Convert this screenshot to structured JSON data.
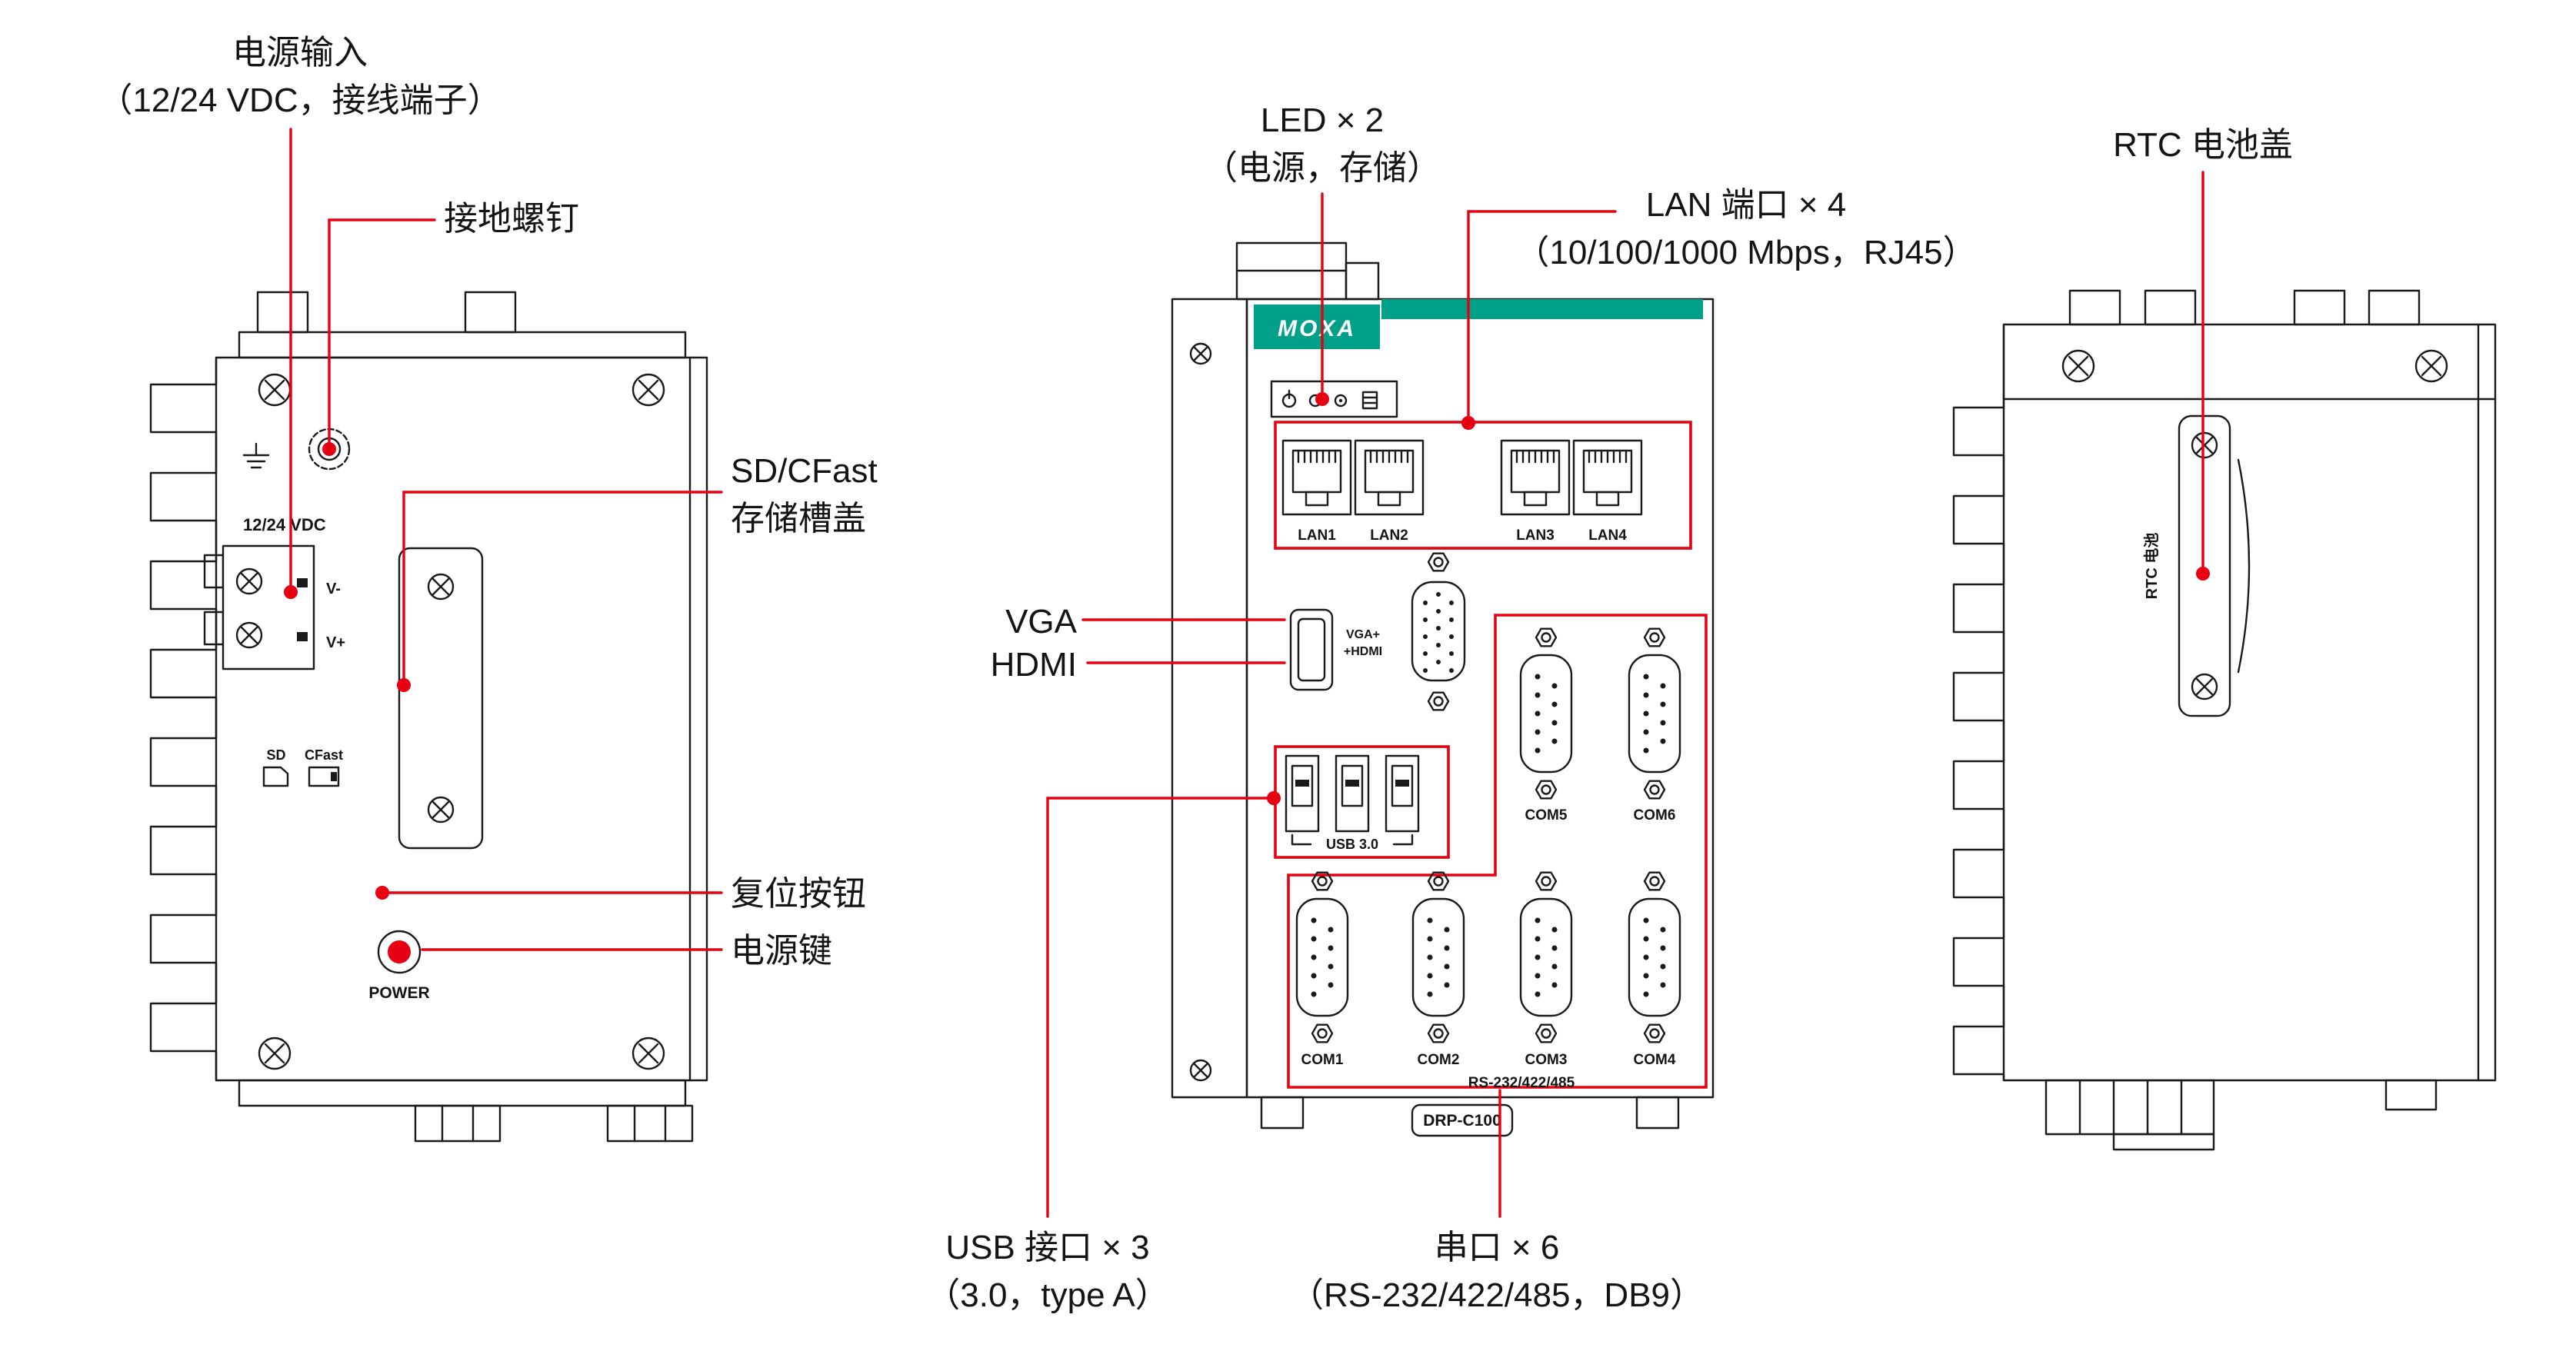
{
  "meta": {
    "accent_red": "#e60012",
    "brand_teal": "#00a188"
  },
  "callouts": {
    "power_input": {
      "line1": "电源输入",
      "line2": "（12/24 VDC，接线端子）"
    },
    "ground_screw": "接地螺钉",
    "sd_cfast": {
      "line1": "SD/CFast",
      "line2": "存储槽盖"
    },
    "reset_button": "复位按钮",
    "power_key": "电源键",
    "led": {
      "line1": "LED × 2",
      "line2": "（电源，存储）"
    },
    "lan": {
      "line1": "LAN 端口 × 4",
      "line2": "（10/100/1000 Mbps，RJ45）"
    },
    "vga": "VGA",
    "hdmi": "HDMI",
    "usb": {
      "line1": "USB 接口 × 3",
      "line2": "（3.0，type A）"
    },
    "serial": {
      "line1": "串口 × 6",
      "line2": "（RS-232/422/485，DB9）"
    },
    "rtc_cover": "RTC 电池盖"
  },
  "left_view": {
    "power_terminal": "12/24 VDC",
    "v_minus": "V-",
    "v_plus": "V+",
    "sd": "SD",
    "cfast": "CFast",
    "power_label": "POWER"
  },
  "front_view": {
    "brand": "MOXA",
    "lan_ports": [
      "LAN1",
      "LAN2",
      "LAN3",
      "LAN4"
    ],
    "vga_hdmi": {
      "line1": "VGA+",
      "line2": "+HDMI"
    },
    "usb_label": "USB 3.0",
    "com_top": [
      "COM5",
      "COM6"
    ],
    "com_bottom": [
      "COM1",
      "COM2",
      "COM3",
      "COM4"
    ],
    "serial_standard": "RS-232/422/485",
    "model": "DRP-C100"
  },
  "right_view": {
    "rtc_battery": "RTC 电池"
  }
}
